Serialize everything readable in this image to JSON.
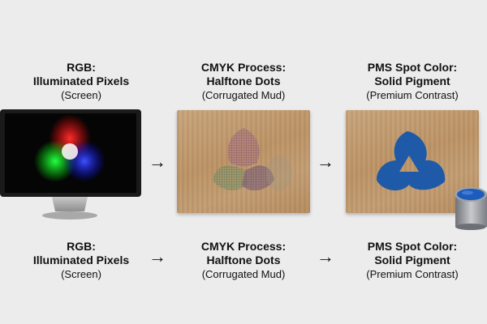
{
  "top_row": [
    {
      "line1": "RGB:",
      "line2": "Illuminated Pixels",
      "line3": "(Screen)"
    },
    {
      "line1": "CMYK Process:",
      "line2": "Halftone Dots",
      "line3": "(Corrugated Mud)"
    },
    {
      "line1": "PMS Spot Color:",
      "line2": "Solid Pigment",
      "line3": "(Premium Contrast)"
    }
  ],
  "bottom_row": [
    {
      "line1": "RGB:",
      "line2": "Illuminated Pixels",
      "line3": "(Screen)"
    },
    {
      "line1": "CMYK Process:",
      "line2": "Halftone Dots",
      "line3": "(Corrugated Mud)"
    },
    {
      "line1": "PMS Spot Color:",
      "line2": "Solid Pigment",
      "line3": "(Premium Contrast)"
    }
  ],
  "arrow_symbol": "→",
  "colors": {
    "background": "#ececec",
    "spot_blue": "#1e5aa8",
    "cardboard": "#c39d72",
    "monitor_bezel": "#1a1a1a"
  }
}
